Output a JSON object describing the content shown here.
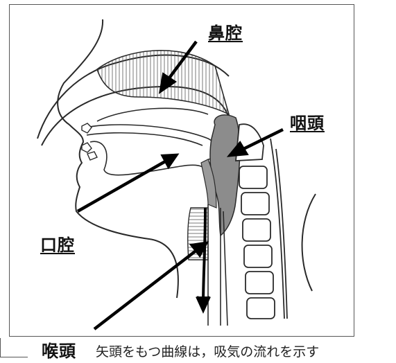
{
  "labels": {
    "nasal_cavity": "鼻腔",
    "pharynx": "咽頭",
    "oral_cavity": "口腔",
    "larynx": "喉頭"
  },
  "caption": "矢頭をもつ曲線は，吸気の流れを示す",
  "colors": {
    "line": "#2a2a2a",
    "arrow": "#000000",
    "airway_fill": "#8c8c8c",
    "hatch": "#555555"
  }
}
